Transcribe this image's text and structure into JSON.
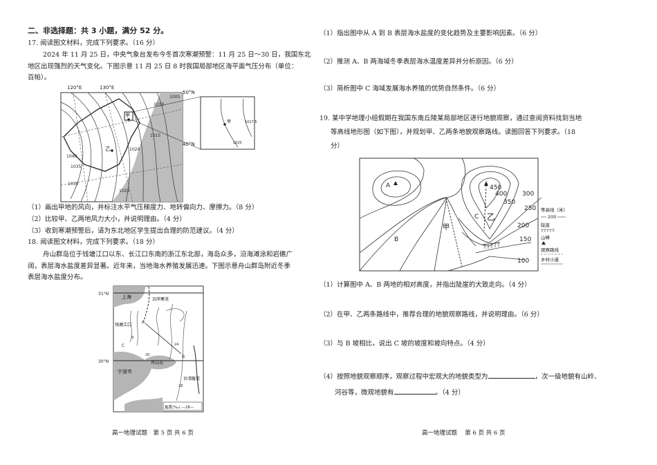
{
  "left_page": {
    "section_heading": "二、非选择题：共 3 小题，满分 52 分。",
    "q17": {
      "title": "17. 阅读图文材料，完成下列要求。（16 分）",
      "para": [
        "2024 年 11 月 25 日，中央气象台发布今冬首次寒潮预警：11 月 25 日～30 日，我国东北",
        "地区出现强烈的天气变化。下图示意 11 月 25 日 8 时我国局部地区海平面气压分布（单位：",
        "百帕）。"
      ],
      "map": {
        "lon_labels": [
          "120°E",
          "130°E"
        ],
        "lat_labels": [
          "50°N",
          "40°N"
        ],
        "isobars": [
          "1040",
          "1035",
          "1030",
          "1025",
          "1020",
          "1015",
          "1010",
          "1005"
        ],
        "points": [
          "甲",
          "乙"
        ],
        "inset_isobars": [
          "1020",
          "1017.5"
        ]
      },
      "questions": [
        "（1）画出甲地的风向，并标注水平气压梯度力、地转偏向力、摩擦力。（8 分）",
        "（2）比较甲、乙两地风力大小，并说明理由。（4 分）",
        "（3）收到寒潮预警后，请为东北地区学生提出合理的防范建议。（4 分）"
      ]
    },
    "q18": {
      "title": "18. 阅读图文材料，完成下列要求。（18 分）",
      "para": [
        "舟山群岛位于钱塘江口以东、长江口东南的浙江东北部，海岛众多，沿海滩涂和岩礁广",
        "阔，表层海水盐度差异显著。近年来，当地海水养殖发展迅速。下图示意舟山群岛附近冬季",
        "表层海水盐度分布。"
      ],
      "map": {
        "lat_labels": [
          "31°N",
          "30°N"
        ],
        "places": [
          "上海",
          "钱塘江口",
          "舟山岛",
          "宁波市"
        ],
        "currents": [
          "沿岸寒流",
          "台湾暖流"
        ],
        "points": [
          "A",
          "B",
          "C"
        ],
        "isolines": [
          "9",
          "20",
          "24",
          "28"
        ],
        "legend": "盐度(‰) —28—"
      }
    },
    "footer": "高一地理试题　第 5 页 共 6 页"
  },
  "right_page": {
    "q18_questions": [
      "（1）指出图中从 A 到 B 表层海水盐度的变化趋势及主要影响因素。（6 分）",
      "（2）推测 A、B 两海域冬季表层海水温度差异并分析原因。（6 分）",
      "（3）简析图中 C 海域发展海水养殖的优势自然条件。（6 分）"
    ],
    "q19": {
      "para": [
        "19.  某中学地理小组假期在我国东南丘陵某局部地区进行地貌观察，通过查阅资料找到当地",
        "等高线地形图（如下图），并规划甲、乙两条地貌观察路线。读图回答下列要求。（18",
        "分）"
      ],
      "map": {
        "contour_labels": [
          "450",
          "400",
          "350",
          "300",
          "250",
          "200",
          "150",
          "100"
        ],
        "points": [
          "A",
          "B",
          "C",
          "甲",
          "乙"
        ],
        "legend": {
          "contour_title": "等高线（米）",
          "contour_sample": "200",
          "cliff": "陡崖",
          "peak": "山峰",
          "route": "观察路线",
          "path": "乡村小道"
        }
      },
      "questions": [
        "（1）计算图中 A、B 两地的相对高度，并指出陡崖的大致走向。（4 分）",
        "（2）在甲、乙两条路线中，推荐合理的地貌观察路线，并说明理由。（6 分）",
        "（3）与 B 坡相比，说出 C 坡的坡度和坡向特点。（4 分）"
      ],
      "q4": {
        "part1": "（4）按照地貌观察顺序，观察过程中宏观大的地貌类型为",
        "part2": "，次一级地貌有山岭、",
        "part3": "河谷等，微观地貌有",
        "part4": "。（4 分）"
      }
    },
    "footer": "高一地理试题　 第 6 页 共 6 页"
  }
}
